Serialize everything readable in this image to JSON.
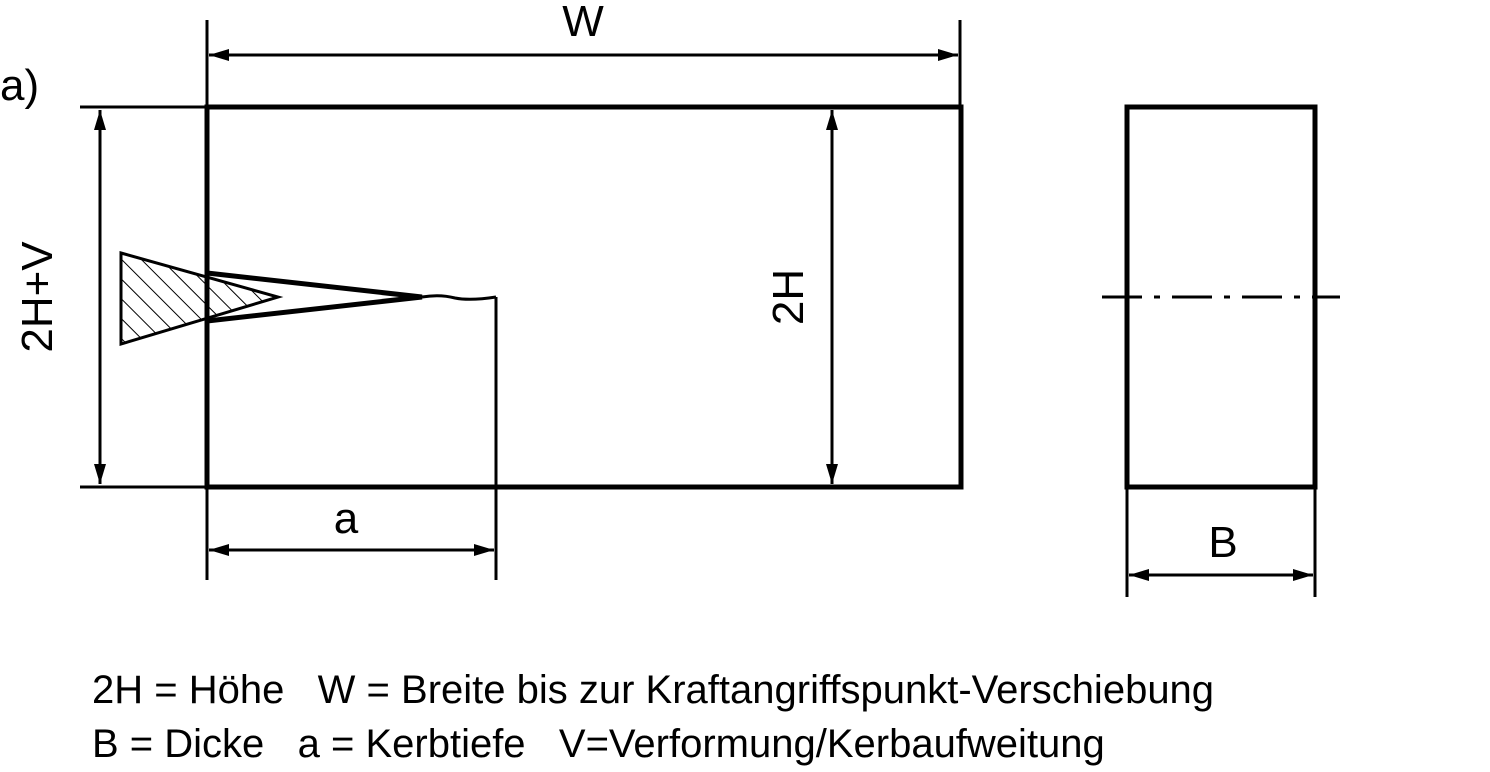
{
  "figure": {
    "panel_label": "a)",
    "labels": {
      "width": "W",
      "height_plus_v": "2H+V",
      "height": "2H",
      "notch_depth": "a",
      "thickness": "B"
    }
  },
  "legend": {
    "line1": "2H = Höhe   W = Breite bis zur Kraftangriffspunkt-Verschiebung",
    "line2": "B = Dicke   a = Kerbtiefe   V=Verformung/Kerbaufweitung"
  },
  "colors": {
    "ink": "#000000",
    "background": "#ffffff"
  }
}
